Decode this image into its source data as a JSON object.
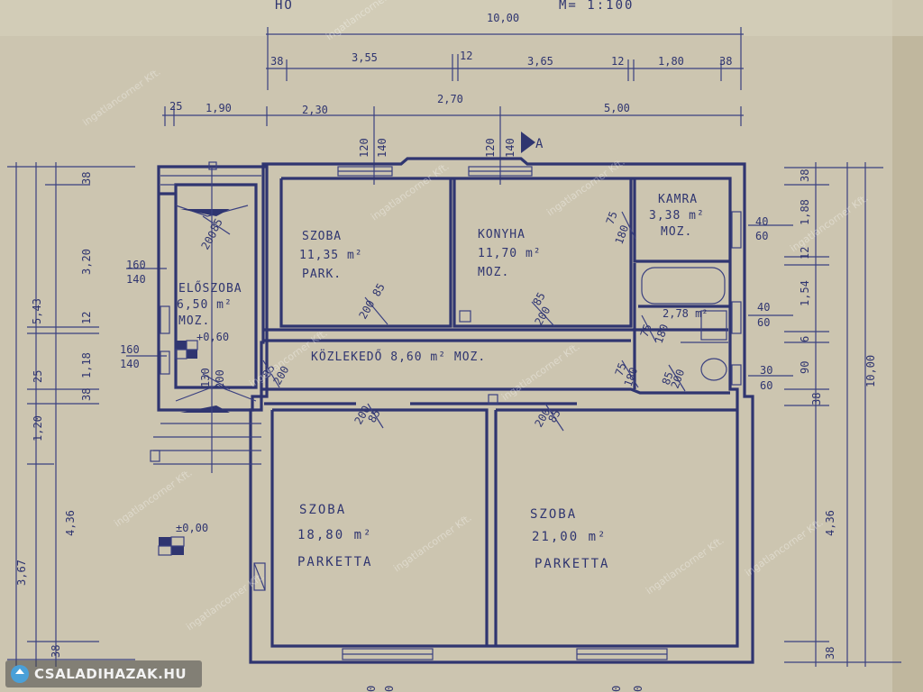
{
  "header": {
    "title_fragment": "HO",
    "scale": "M= 1:100"
  },
  "dimensions": {
    "top_total": "10,00",
    "top_row": [
      "38",
      "3,55",
      "12",
      "3,65",
      "12",
      "1,80",
      "38"
    ],
    "second_row": [
      "25",
      "1,90",
      "2,30",
      "2,70",
      "5,00"
    ],
    "window_top": [
      "120",
      "140",
      "120",
      "140"
    ],
    "left_outer": [
      "5,43",
      "3,67"
    ],
    "left_inner": [
      "38",
      "3,20",
      "12",
      "1,18",
      "38",
      "25",
      "1,20",
      "4,36",
      "38"
    ],
    "left_openings": [
      "160",
      "140",
      "160",
      "140"
    ],
    "right_inner": [
      "38",
      "1,88",
      "12",
      "1,54",
      "6",
      "90",
      "38",
      "4,36",
      "38"
    ],
    "right_outer": "10,00",
    "right_openings": [
      "40",
      "60",
      "40",
      "60",
      "30",
      "60"
    ],
    "bottom_cut": [
      "0",
      "0",
      "0",
      "0"
    ]
  },
  "section_marker": "A",
  "rooms": [
    {
      "name": "SZOBA",
      "area": "11,35 m²",
      "floor": "PARK."
    },
    {
      "name": "KONYHA",
      "area": "11,70 m²",
      "floor": "MOZ."
    },
    {
      "name": "KAMRA",
      "area": "3,38 m²",
      "floor": "MOZ."
    },
    {
      "name": "ELŐSZOBA",
      "area": "6,50 m²",
      "floor": "MOZ.",
      "level": "+0,60"
    },
    {
      "name": "2,78 m²"
    },
    {
      "name": "KÖZLEKEDŐ 8,60 m² MOZ."
    },
    {
      "name": "SZOBA",
      "area": "18,80 m²",
      "floor": "PARKETTA"
    },
    {
      "name": "SZOBA",
      "area": "21,00 m²",
      "floor": "PARKETTA"
    }
  ],
  "level_mark": "±0,00",
  "door_marks": [
    "85",
    "200",
    "85",
    "200",
    "85",
    "200",
    "75",
    "180",
    "75",
    "180",
    "85",
    "200",
    "75",
    "180",
    "85",
    "200",
    "85",
    "200",
    "85",
    "200",
    "130",
    "200"
  ],
  "watermark": "ingatlancorner Kft.",
  "logo": {
    "icon": "house-logo-icon",
    "text": "CSALADIHAZAK.HU"
  }
}
